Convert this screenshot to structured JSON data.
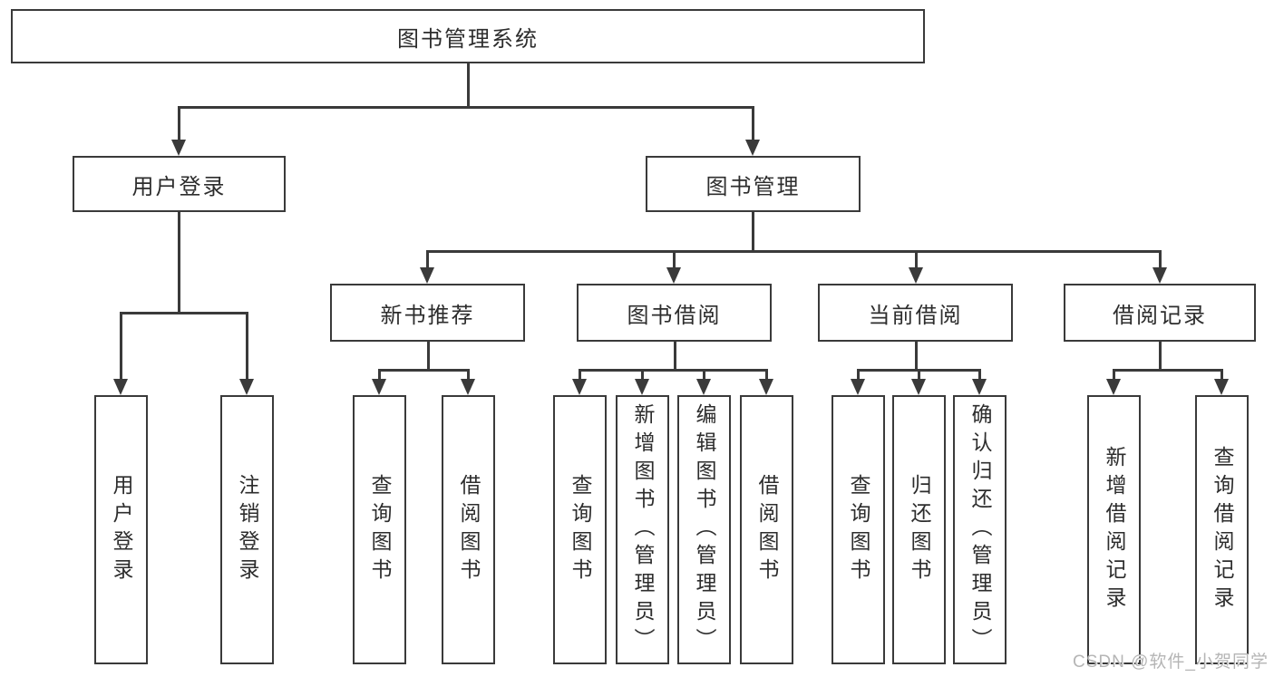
{
  "diagram": {
    "root": {
      "label": "图书管理系统"
    },
    "level2": [
      {
        "label": "用户登录"
      },
      {
        "label": "图书管理"
      }
    ],
    "level3": [
      {
        "label": "新书推荐"
      },
      {
        "label": "图书借阅"
      },
      {
        "label": "当前借阅"
      },
      {
        "label": "借阅记录"
      }
    ],
    "leaves": [
      {
        "label": "用户登录",
        "parent": "用户登录"
      },
      {
        "label": "注销登录",
        "parent": "用户登录"
      },
      {
        "label": "查询图书",
        "parent": "新书推荐"
      },
      {
        "label": "借阅图书",
        "parent": "新书推荐"
      },
      {
        "label": "查询图书",
        "parent": "图书借阅"
      },
      {
        "label": "新增图书（管理员）",
        "parent": "图书借阅"
      },
      {
        "label": "编辑图书（管理员）",
        "parent": "图书借阅"
      },
      {
        "label": "借阅图书",
        "parent": "图书借阅"
      },
      {
        "label": "查询图书",
        "parent": "当前借阅"
      },
      {
        "label": "归还图书",
        "parent": "当前借阅"
      },
      {
        "label": "确认归还（管理员）",
        "parent": "当前借阅"
      },
      {
        "label": "新增借阅记录",
        "parent": "借阅记录"
      },
      {
        "label": "查询借阅记录",
        "parent": "借阅记录"
      }
    ]
  },
  "watermark": {
    "text": "CSDN @软件_小贺同学"
  },
  "colors": {
    "line": "#3a3a3a",
    "text": "#2d2d2d",
    "watermark": "#b5b5b5",
    "background": "#ffffff"
  }
}
